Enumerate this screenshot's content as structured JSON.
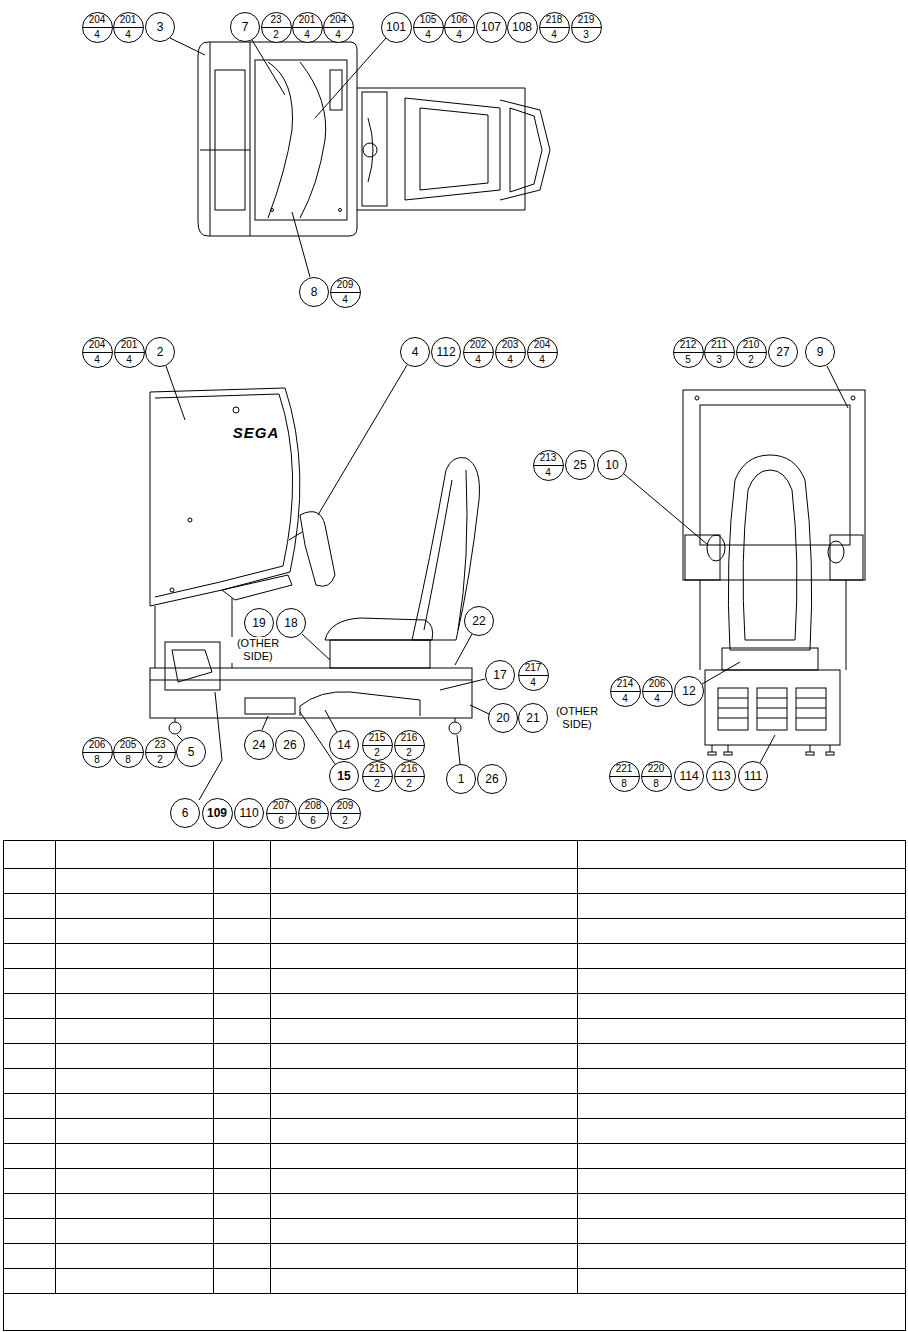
{
  "diagram": {
    "nodes": [
      {
        "text": [
          "204",
          "4"
        ]
      },
      {
        "text": [
          "201",
          "4"
        ]
      },
      {
        "text": [
          "3"
        ]
      },
      {
        "text": [
          "7"
        ]
      },
      {
        "text": [
          "23",
          "2"
        ]
      },
      {
        "text": [
          "201",
          "4"
        ]
      },
      {
        "text": [
          "204",
          "4"
        ]
      },
      {
        "text": [
          "101"
        ]
      },
      {
        "text": [
          "105",
          "4"
        ]
      },
      {
        "text": [
          "106",
          "4"
        ]
      },
      {
        "text": [
          "107"
        ]
      },
      {
        "text": [
          "108"
        ]
      },
      {
        "text": [
          "218",
          "4"
        ]
      },
      {
        "text": [
          "219",
          "3"
        ]
      },
      {
        "text": [
          "8"
        ]
      },
      {
        "text": [
          "209",
          "4"
        ]
      },
      {
        "text": [
          "204",
          "4"
        ]
      },
      {
        "text": [
          "201",
          "4"
        ]
      },
      {
        "text": [
          "2"
        ]
      },
      {
        "text": [
          "4"
        ]
      },
      {
        "text": [
          "112"
        ]
      },
      {
        "text": [
          "202",
          "4"
        ]
      },
      {
        "text": [
          "203",
          "4"
        ]
      },
      {
        "text": [
          "204",
          "4"
        ]
      },
      {
        "text": [
          "212",
          "5"
        ]
      },
      {
        "text": [
          "211",
          "3"
        ]
      },
      {
        "text": [
          "210",
          "2"
        ]
      },
      {
        "text": [
          "27"
        ]
      },
      {
        "text": [
          "9"
        ]
      },
      {
        "text": [
          "213",
          "4"
        ]
      },
      {
        "text": [
          "25"
        ]
      },
      {
        "text": [
          "10"
        ]
      },
      {
        "text": [
          "19"
        ]
      },
      {
        "text": [
          "18"
        ]
      },
      {
        "text": [
          "22"
        ]
      },
      {
        "text": [
          "17"
        ]
      },
      {
        "text": [
          "217",
          "4"
        ]
      },
      {
        "text": [
          "214",
          "4"
        ]
      },
      {
        "text": [
          "206",
          "4"
        ]
      },
      {
        "text": [
          "12"
        ]
      },
      {
        "text": [
          "20"
        ]
      },
      {
        "text": [
          "21"
        ]
      },
      {
        "text": [
          "24"
        ]
      },
      {
        "text": [
          "26"
        ]
      },
      {
        "text": [
          "14"
        ]
      },
      {
        "text": [
          "215",
          "2"
        ]
      },
      {
        "text": [
          "216",
          "2"
        ]
      },
      {
        "text": [
          "206",
          "8"
        ]
      },
      {
        "text": [
          "205",
          "8"
        ]
      },
      {
        "text": [
          "23",
          "2"
        ]
      },
      {
        "text": [
          "5"
        ]
      },
      {
        "text": [
          "15"
        ]
      },
      {
        "text": [
          "215",
          "2"
        ]
      },
      {
        "text": [
          "216",
          "2"
        ]
      },
      {
        "text": [
          "1"
        ]
      },
      {
        "text": [
          "26"
        ]
      },
      {
        "text": [
          "221",
          "8"
        ]
      },
      {
        "text": [
          "220",
          "8"
        ]
      },
      {
        "text": [
          "114"
        ]
      },
      {
        "text": [
          "113"
        ]
      },
      {
        "text": [
          "111"
        ]
      },
      {
        "text": [
          "6"
        ]
      },
      {
        "text": [
          "109"
        ]
      },
      {
        "text": [
          "110"
        ]
      },
      {
        "text": [
          "207",
          "6"
        ]
      },
      {
        "text": [
          "208",
          "6"
        ]
      },
      {
        "text": [
          "209",
          "2"
        ]
      }
    ],
    "labels": [
      "SEGA",
      "(OTHER SIDE)",
      "(OTHER SIDE)"
    ]
  }
}
